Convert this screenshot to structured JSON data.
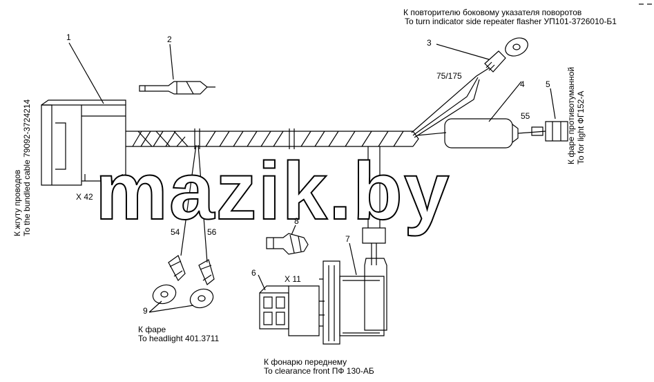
{
  "labels": {
    "turn_ru": "К  повторителю боковому указателя поворотов",
    "turn_en": "To turn indicator side repeater flasher УП101-3726010-Б1",
    "fog_ru": "К фаре противотуманной",
    "fog_en": "To for light ФГ152-А",
    "bundle_ru": "К жгуту проводов",
    "bundle_en": "To the bundled cable 79092-3724214",
    "headlight_ru": "К фаре",
    "headlight_en": "To headlight 401.3711",
    "clearance_ru": "К фонарю переднему",
    "clearance_en": "To clearance front ПФ 130-АБ"
  },
  "connectors": {
    "x42": "X 42",
    "x11": "X 11"
  },
  "wires": {
    "w75_175": "75/175",
    "w55": "55",
    "w54": "54",
    "w56": "56"
  },
  "callouts": {
    "c1": "1",
    "c2": "2",
    "c3": "3",
    "c4": "4",
    "c5": "5",
    "c6": "6",
    "c7": "7",
    "c8": "8",
    "c9": "9"
  },
  "watermark": "mazik.by"
}
